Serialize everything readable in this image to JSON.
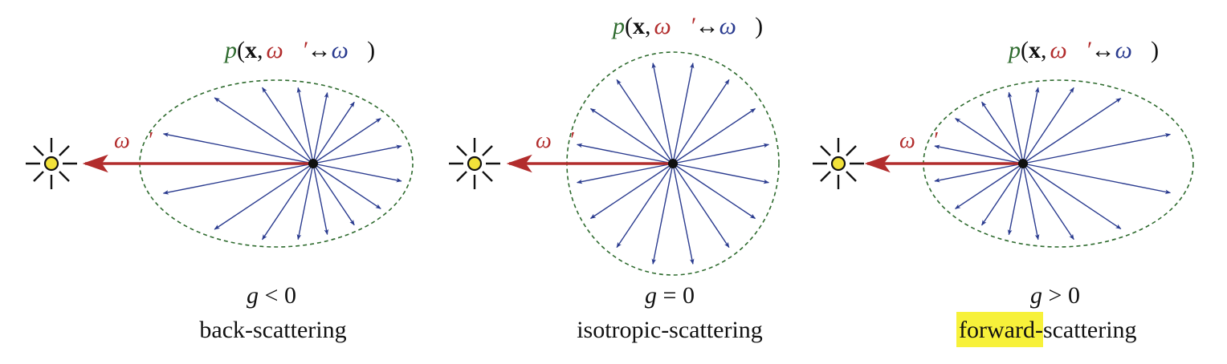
{
  "colors": {
    "incoming_ray": "#b22d2d",
    "scattered_ray": "#2a3b8f",
    "phase_function_outline": "#2e6b2e",
    "sun_fill": "#f2e23a",
    "highlight": "#f7f13a"
  },
  "panels": [
    {
      "phase_label": {
        "p": "p",
        "open": "(",
        "x": "x",
        "comma": ",",
        "omega_prime": "ω⃗′",
        "arrow": "↔",
        "omega": "ω⃗",
        "close": ")"
      },
      "incoming_label": "ω⃗′",
      "g_label": {
        "var": "g",
        "rel": " < 0"
      },
      "caption_highlight": "",
      "caption_rest": "back-scattering",
      "icons": [
        "sun-icon",
        "scatter-point-icon"
      ]
    },
    {
      "phase_label": {
        "p": "p",
        "open": "(",
        "x": "x",
        "comma": ",",
        "omega_prime": "ω⃗′",
        "arrow": "↔",
        "omega": "ω⃗",
        "close": ")"
      },
      "incoming_label": "ω⃗′",
      "g_label": {
        "var": "g",
        "rel": " = 0"
      },
      "caption_highlight": "",
      "caption_rest": "isotropic-scattering",
      "icons": [
        "sun-icon",
        "scatter-point-icon"
      ]
    },
    {
      "phase_label": {
        "p": "p",
        "open": "(",
        "x": "x",
        "comma": ",",
        "omega_prime": "ω⃗′",
        "arrow": "↔",
        "omega": "ω⃗",
        "close": ")"
      },
      "incoming_label": "ω⃗′",
      "g_label": {
        "var": "g",
        "rel": " > 0"
      },
      "caption_highlight": "forward",
      "caption_rest": "-scattering",
      "icons": [
        "sun-icon",
        "scatter-point-icon"
      ]
    }
  ]
}
